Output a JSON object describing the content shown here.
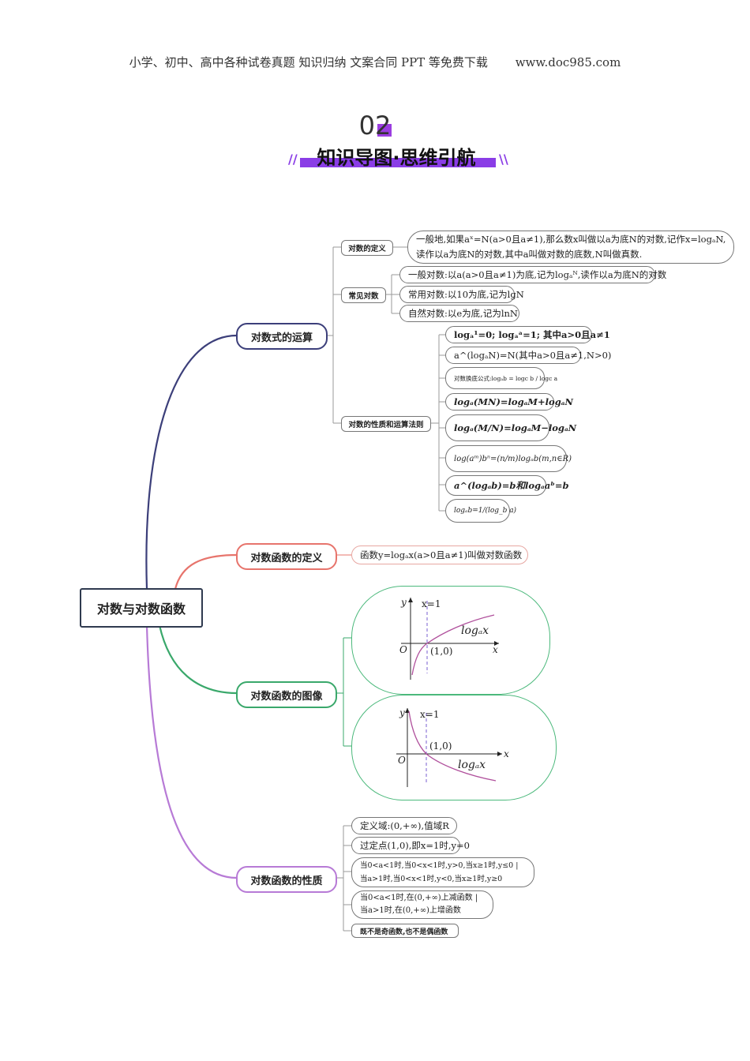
{
  "header": {
    "left_text": "小学、初中、高中各种试卷真题  知识归纳  文案合同  PPT 等免费下载",
    "right_text": "www.doc985.com"
  },
  "section": {
    "number": "02",
    "title": "知识导图·思维引航",
    "accent": "#8a3de6"
  },
  "root": "对数与对数函数",
  "branches": {
    "ops": {
      "label": "对数式的运算",
      "color": "#3c3f7a",
      "definition": {
        "label": "对数的定义",
        "line1": "一般地,如果aˣ=N(a>0且a≠1),那么数x叫做以a为底N的对数,记作x=logₐN,",
        "line2": "读作以a为底N的对数,其中a叫做对数的底数,N叫做真数."
      },
      "common": {
        "label": "常见对数",
        "items": [
          "一般对数:以a(a>0且a≠1)为底,记为logₐᴺ,读作以a为底N的对数",
          "常用对数:以10为底,记为lgN",
          "自然对数:以e为底,记为lnN"
        ]
      },
      "rules": {
        "label": "对数的性质和运算法则",
        "items": [
          "logₐ¹=0;  logₐᵃ=1;  其中a>0且a≠1",
          "a^(logₐN)=N(其中a>0且a≠1,N>0)",
          "对数换底公式:logₐb = logc b / logc a",
          "logₐ(MN)=logₐM+logₐN",
          "logₐ(M/N)=logₐM−logₐN",
          "log(aᵐ)bⁿ=(n/m)logₐb(m,n∈R)",
          "a^(logₐb)=b和logₐaᵇ=b",
          "logₐb=1/(log_b a)"
        ]
      }
    },
    "def": {
      "label": "对数函数的定义",
      "color": "#e7746c",
      "content": "函数y=logₐx(a>0且a≠1)叫做对数函数"
    },
    "graph": {
      "label": "对数函数的图像",
      "color": "#3aa86b",
      "graph1": {
        "y_label": "y",
        "x_label": "x",
        "origin": "O",
        "line_label": "x=1",
        "point_label": "(1,0)",
        "curve_label": "logₐx"
      },
      "graph2": {
        "y_label": "y",
        "x_label": "x",
        "origin": "O",
        "line_label": "x=1",
        "point_label": "(1,0)",
        "curve_label": "logₐx"
      }
    },
    "props": {
      "label": "对数函数的性质",
      "color": "#b77ad6",
      "items": [
        "定义域:(0,+∞),值域R",
        "过定点(1,0),即x=1时,y=0",
        "当0<a<1时,当0<x<1时,y>0,当x≥1时,y≤0 | 当a>1时,当0<x<1时,y<0,当x≥1时,y≥0",
        "当0<a<1时,在(0,+∞)上减函数 | 当a>1时,在(0,+∞)上增函数",
        "既不是奇函数,也不是偶函数"
      ]
    }
  }
}
